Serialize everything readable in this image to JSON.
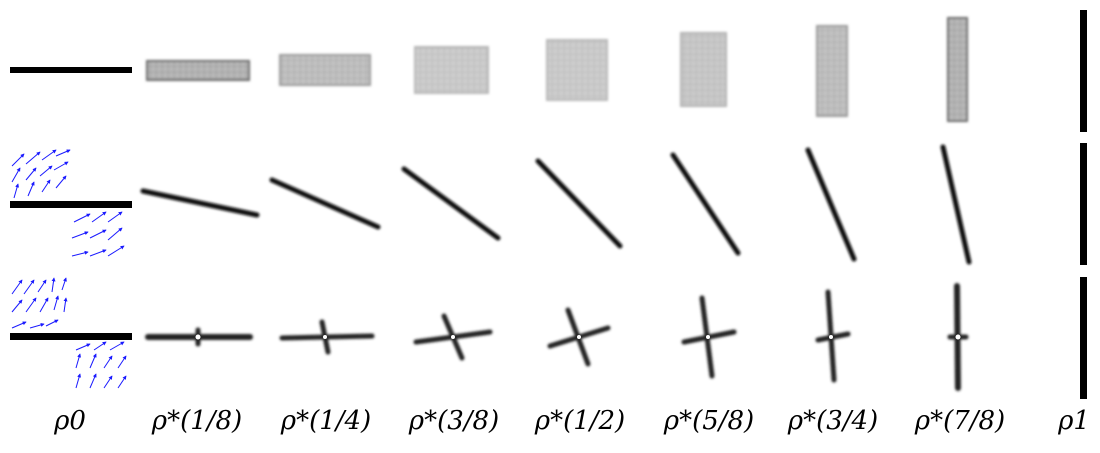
{
  "figure": {
    "labels": [
      {
        "id": "rho0",
        "text": "ρ0"
      },
      {
        "id": "t1",
        "text": "ρ*(1/8)"
      },
      {
        "id": "t2",
        "text": "ρ*(1/4)"
      },
      {
        "id": "t3",
        "text": "ρ*(3/8)"
      },
      {
        "id": "t4",
        "text": "ρ*(1/2)"
      },
      {
        "id": "t5",
        "text": "ρ*(5/8)"
      },
      {
        "id": "t6",
        "text": "ρ*(3/4)"
      },
      {
        "id": "t7",
        "text": "ρ*(7/8)"
      },
      {
        "id": "rho1",
        "text": "ρ1"
      }
    ],
    "rows": [
      {
        "name": "row-1",
        "type": "rectangles"
      },
      {
        "name": "row-2",
        "type": "rotating-line"
      },
      {
        "name": "row-3",
        "type": "cross"
      }
    ],
    "colors": {
      "ink": "#000000",
      "gray": "#9a9a9a",
      "arrow": "#1a1aff"
    }
  }
}
